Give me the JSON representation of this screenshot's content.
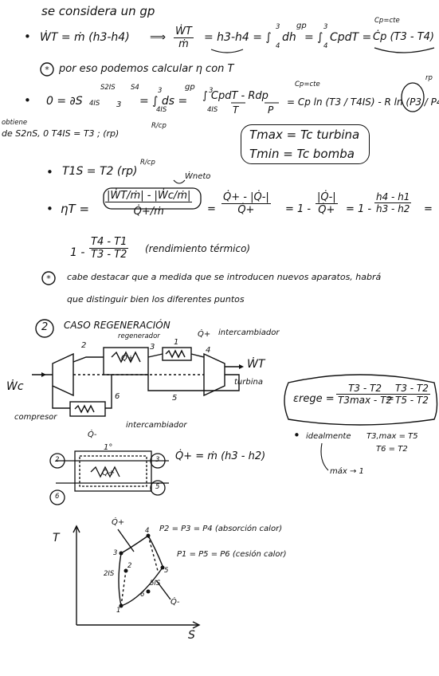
{
  "line1": "se considera un gp",
  "eq1": {
    "lhs": "ẆT = ṁ (h3-h4)",
    "arrow": "⟹",
    "frac_num": "ẆT",
    "frac_den": "ṁ",
    "rhs1": "= h3-h4 = ∫",
    "rhs1_limits": [
      "3",
      "4"
    ],
    "rhs1_tail": "dh",
    "gp_mark": "gp",
    "rhs2": "= ∫",
    "rhs2_limits": [
      "3",
      "4"
    ],
    "rhs2_tail": "CpdT =",
    "cp_note": "Cp=cte",
    "rhs3": "Ċp (T3 - T4)"
  },
  "note1": "por eso podemos calcular η con T",
  "eq2": {
    "lhs": "0 = ∂S",
    "s_upper": "S2IS",
    "s_lower": "4IS",
    "sub3": "3",
    "s4": "S4",
    "int1": "= ∫ ds =",
    "int1_limits": [
      "3",
      "4IS"
    ],
    "gp_mark": "gp",
    "int2": "∫  CpdT - Rdp",
    "int2_limits": [
      "3",
      "4IS"
    ],
    "int2_den_left": "T",
    "int2_den_right": "P",
    "cp_note": "Cp=cte",
    "rhs": "= Cp ln (T3 / T4IS) - R ln (P3 / P4)",
    "rp_mark": "rp"
  },
  "side_note": [
    "obtiene",
    "de S2nS, 0  T4IS = T3 ; (rp)",
    "R/cp"
  ],
  "box_note": [
    "Tmax = Tc turbina",
    "Tmin = Tc bomba"
  ],
  "eq3": {
    "text": "T1S = T2 (rp)",
    "exp": "R/cp"
  },
  "eq4": {
    "label": "ηT =",
    "wneto": "Ẇneto",
    "num": "|ẆT/ṁ| - |Ẇc/ṁ|",
    "den": "Q̇+/ṁ",
    "f2_num": "Q̇+ - |Q̇-|",
    "f2_den": "Q̇+",
    "f3_pre": "= 1 -",
    "f3_num": "|Q̇-|",
    "f3_den": "Q̇+",
    "f4_pre": "= 1 -",
    "f4_num": "h4 - h1",
    "f4_den": "h3 - h2",
    "tail": "="
  },
  "eq5": {
    "pre": "1 -",
    "num": "T4 - T1",
    "den": "T3 - T2",
    "note": "(rendimiento térmico)"
  },
  "note2": [
    "cabe destacar que a medida que se introducen nuevos aparatos, habrá",
    "que distinguir bien los diferentes puntos"
  ],
  "section": {
    "number": "2",
    "title": "CASO REGENERACIÓN"
  },
  "diagram": {
    "regenerador": "regenerador",
    "intercambiador_top": "intercambiador",
    "intercambiador_bottom": "intercambiador",
    "turbina": "turbina",
    "compresor": "compresor",
    "wt": "ẆT",
    "wc": "Ẇc",
    "qplus": "Q̇+",
    "qminus": "Q̇-",
    "points": [
      "1",
      "2",
      "3",
      "4",
      "5",
      "6"
    ]
  },
  "eff": {
    "label": "εrege =",
    "f1_num": "T3 - T2",
    "f1_den": "T3max - T2",
    "f2_num": "T3 - T2",
    "f2_den": "T5 - T2",
    "ideal_label": "idealmente",
    "ideal1": "T3,max = T5",
    "ideal2": "T6 = T2",
    "max": "máx → 1"
  },
  "regen_detail": {
    "top": "1°",
    "qplus": "Q̇+",
    "eq": "Q̇+ = ṁ (h3 - h2)",
    "points": [
      "2",
      "3",
      "6",
      "5"
    ]
  },
  "ts_diagram": {
    "y_axis": "T",
    "x_axis": "S",
    "qplus": "Q̇+",
    "qminus": "Q̇-",
    "p_high": "P2 = P3 = P4 (absorción calor)",
    "p_low": "P1 = P5 = P6 (cesión calor)",
    "points": [
      "1",
      "2",
      "3",
      "4",
      "5",
      "6",
      "2IS",
      "5IS"
    ]
  }
}
